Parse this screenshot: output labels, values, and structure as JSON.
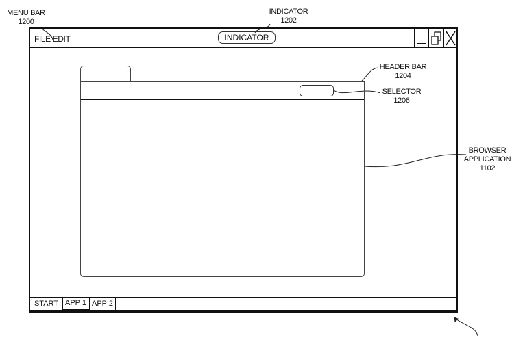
{
  "labels": {
    "menu_bar": {
      "title": "MENU BAR",
      "ref": "1200"
    },
    "indicator": {
      "title": "INDICATOR",
      "ref": "1202"
    },
    "header_bar": {
      "title": "HEADER BAR",
      "ref": "1204"
    },
    "selector": {
      "title": "SELECTOR",
      "ref": "1206"
    },
    "browser": {
      "title1": "BROWSER",
      "title2": "APPLICATION",
      "ref": "1102"
    }
  },
  "window": {
    "menu": "FILE EDIT",
    "indicator": "INDICATOR",
    "controls": {
      "minimize": "minimize-icon",
      "restore": "restore-icon",
      "close": "close-icon"
    },
    "taskbar": [
      {
        "label": "START"
      },
      {
        "label": "APP 1"
      },
      {
        "label": "APP 2"
      }
    ]
  }
}
